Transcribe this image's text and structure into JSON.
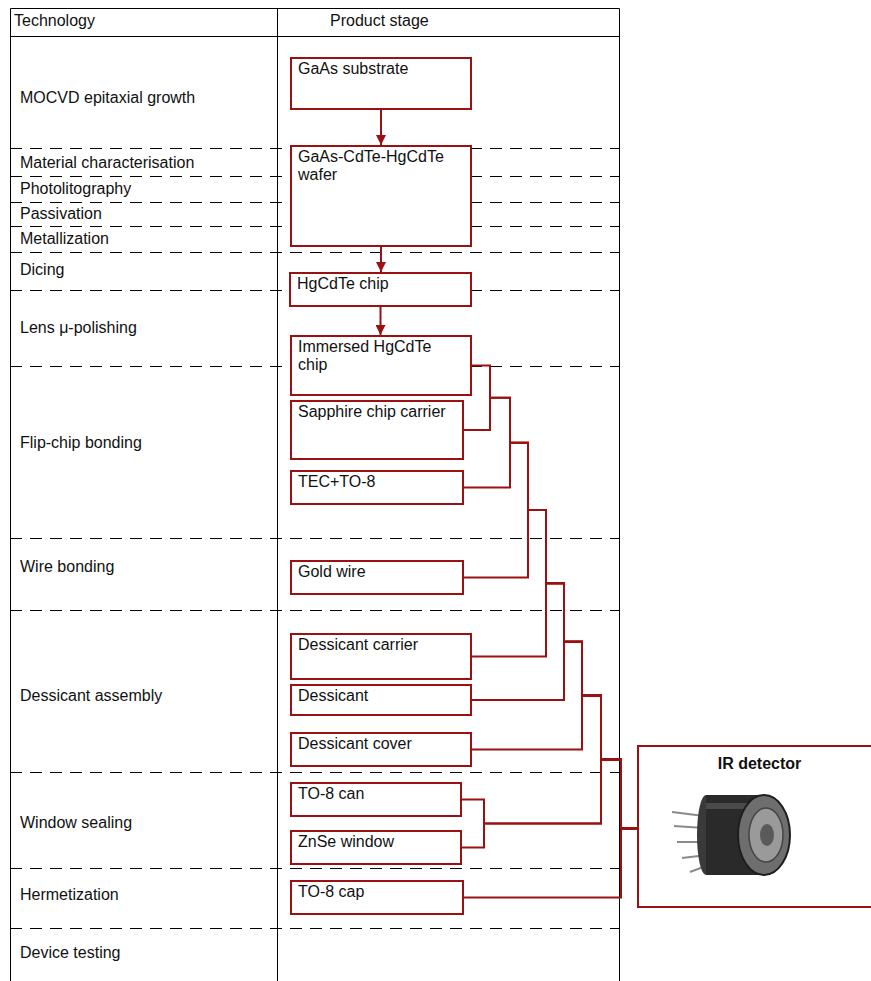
{
  "diagram": {
    "nodes": [
      {
        "text": [
          "GaAs substrate"
        ]
      },
      {
        "text": [
          "GaAs-CdTe-HgCdTe wafer"
        ]
      },
      {
        "text": [
          "HgCdTe chip"
        ]
      },
      {
        "text": [
          "Immersed HgCdTe chip"
        ]
      },
      {
        "text": [
          "Sapphire chip carrier"
        ]
      },
      {
        "text": [
          "TEC+TO-8"
        ]
      },
      {
        "text": [
          "Gold wire"
        ]
      },
      {
        "text": [
          "Dessicant carrier"
        ]
      },
      {
        "text": [
          "Dessicant"
        ]
      },
      {
        "text": [
          "Dessicant cover"
        ]
      },
      {
        "text": [
          "TO-8 can"
        ]
      },
      {
        "text": [
          "ZnSe window"
        ]
      },
      {
        "text": [
          "TO-8 cap"
        ]
      },
      {
        "text": [
          "IR detector"
        ]
      }
    ],
    "edges": [
      {
        "from": 0,
        "to": 1,
        "arrow": "to"
      },
      {
        "from": 1,
        "to": 2,
        "arrow": "to"
      },
      {
        "from": 2,
        "to": 3,
        "arrow": "to"
      },
      {
        "from": 3,
        "to": 13,
        "arrow": "none"
      },
      {
        "from": 4,
        "to": 13,
        "arrow": "none"
      },
      {
        "from": 5,
        "to": 13,
        "arrow": "none"
      },
      {
        "from": 6,
        "to": 13,
        "arrow": "none"
      },
      {
        "from": 7,
        "to": 13,
        "arrow": "none"
      },
      {
        "from": 8,
        "to": 13,
        "arrow": "none"
      },
      {
        "from": 9,
        "to": 13,
        "arrow": "none"
      },
      {
        "from": 10,
        "to": 13,
        "arrow": "none"
      },
      {
        "from": 11,
        "to": 13,
        "arrow": "none"
      },
      {
        "from": 12,
        "to": 13,
        "arrow": "none"
      }
    ],
    "labels": [
      "Technology",
      "Product stage",
      "MOCVD epitaxial growth",
      "Material characterisation",
      "Photolitography",
      "Passivation",
      "Metallization",
      "Dicing",
      "Lens μ-polishing",
      "Flip-chip bonding",
      "Wire bonding",
      "Dessicant assembly",
      "Window sealing",
      "Hermetization",
      "Device testing"
    ]
  }
}
